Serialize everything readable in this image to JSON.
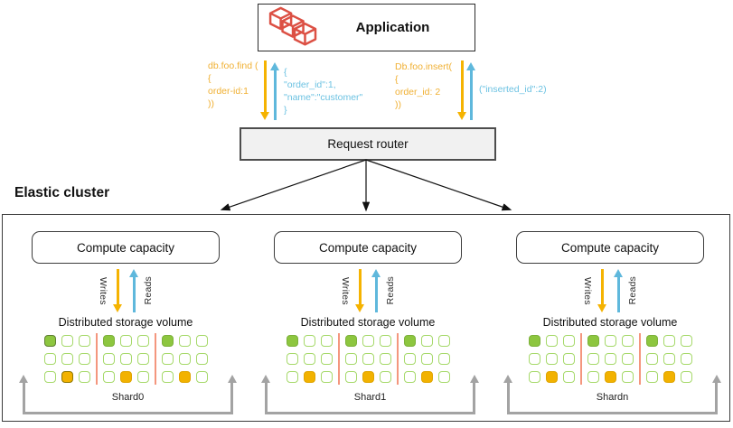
{
  "application": {
    "label": "Application"
  },
  "request_router": {
    "label": "Request router"
  },
  "elastic_cluster": {
    "label": "Elastic cluster"
  },
  "compute": {
    "label": "Compute capacity"
  },
  "storage": {
    "label": "Distributed storage volume"
  },
  "writes_label": "Writes",
  "reads_label": "Reads",
  "queries": {
    "find": {
      "request_lines": [
        "db.foo.find (",
        "{",
        "order-id:1",
        "))"
      ],
      "response_lines": [
        "{",
        "\"order_id\":1,",
        "\"name\":\"customer\"",
        "}"
      ]
    },
    "insert": {
      "request_lines": [
        "Db.foo.insert(",
        "{",
        "order_id: 2",
        "))"
      ],
      "response_lines": [
        "(\"inserted_id\":2)"
      ]
    }
  },
  "shards": [
    {
      "label": "Shard0",
      "groups": [
        [
          [
            "Gd",
            "E",
            "E"
          ],
          [
            "E",
            "E",
            "E"
          ],
          [
            "E",
            "Yd",
            "E"
          ]
        ],
        [
          [
            "G",
            "E",
            "E"
          ],
          [
            "E",
            "E",
            "E"
          ],
          [
            "E",
            "Y",
            "E"
          ]
        ],
        [
          [
            "G",
            "E",
            "E"
          ],
          [
            "E",
            "E",
            "E"
          ],
          [
            "E",
            "Y",
            "E"
          ]
        ]
      ]
    },
    {
      "label": "Shard1",
      "groups": [
        [
          [
            "G",
            "E",
            "E"
          ],
          [
            "E",
            "E",
            "E"
          ],
          [
            "E",
            "Y",
            "E"
          ]
        ],
        [
          [
            "G",
            "E",
            "E"
          ],
          [
            "E",
            "E",
            "E"
          ],
          [
            "E",
            "Y",
            "E"
          ]
        ],
        [
          [
            "G",
            "E",
            "E"
          ],
          [
            "E",
            "E",
            "E"
          ],
          [
            "E",
            "Y",
            "E"
          ]
        ]
      ]
    },
    {
      "label": "Shardn",
      "groups": [
        [
          [
            "G",
            "E",
            "E"
          ],
          [
            "E",
            "E",
            "E"
          ],
          [
            "E",
            "Y",
            "E"
          ]
        ],
        [
          [
            "G",
            "E",
            "E"
          ],
          [
            "E",
            "E",
            "E"
          ],
          [
            "E",
            "Y",
            "E"
          ]
        ],
        [
          [
            "G",
            "E",
            "E"
          ],
          [
            "E",
            "E",
            "E"
          ],
          [
            "E",
            "Y",
            "E"
          ]
        ]
      ]
    }
  ],
  "colors": {
    "write_arrow": "#F5B301",
    "read_arrow": "#5FB8DC",
    "request_code_text": "#F0B033",
    "response_code_text": "#6CC2E2",
    "app_icon_red": "#DC5044",
    "storage_green": "#8DC63F",
    "storage_yellow": "#F2B200",
    "storage_cell_border": "#A6D96A",
    "shard_separator": "#F4967E",
    "shard_bracket": "#A3A3A3"
  }
}
